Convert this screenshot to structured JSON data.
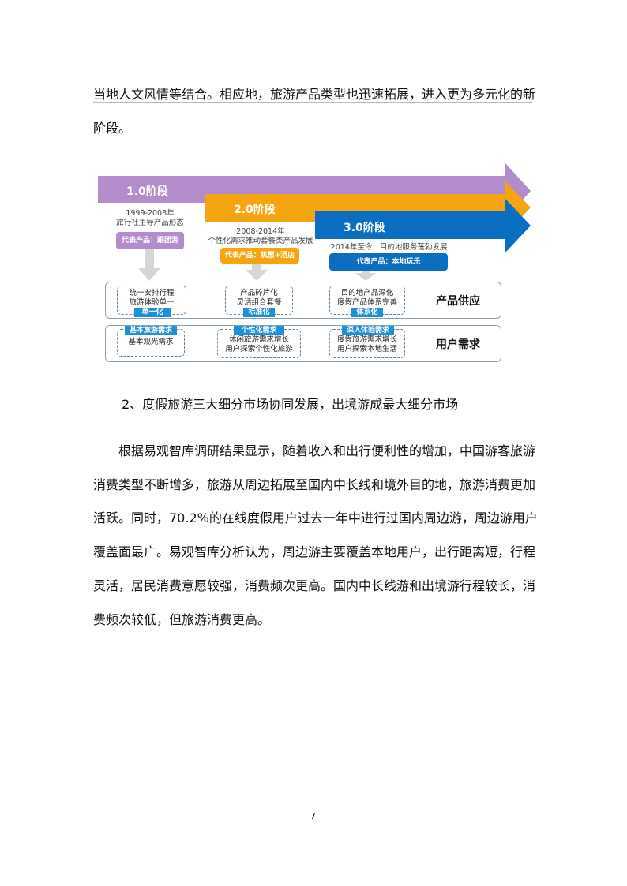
{
  "intro_lines": [
    "当地人文风情等结合。相应地，旅游产品类型也迅速拓展，进入更为多元化的新",
    "阶段。"
  ],
  "diagram": {
    "stages": [
      {
        "title": "1.0阶段",
        "period": [
          "1999-2008年",
          "旅行社主导产品形态"
        ],
        "product": "代表产品：跟团游",
        "color": "#b28ccb"
      },
      {
        "title": "2.0阶段",
        "period": [
          "2008-2014年",
          "个性化需求推动套餐类产品发展"
        ],
        "product": "代表产品：机票+酒店",
        "color": "#f5a511"
      },
      {
        "title": "3.0阶段",
        "period": [
          "2014年至今　目的地服务蓬勃发展"
        ],
        "product": "代表产品：本地玩乐",
        "color": "#0a6fc0"
      }
    ],
    "supply": {
      "label": "产品供应",
      "items": [
        {
          "text": [
            "统一安排行程",
            "旅游体验单一"
          ],
          "tag": "单一化"
        },
        {
          "text": [
            "产品碎片化",
            "灵活组合套餐"
          ],
          "tag": "标准化"
        },
        {
          "text": [
            "目的地产品深化",
            "度假产品体系完善"
          ],
          "tag": "体系化"
        }
      ]
    },
    "demand": {
      "label": "用户需求",
      "items": [
        {
          "text": [
            "基本观光需求"
          ],
          "tag": "基本旅游需求"
        },
        {
          "text": [
            "休闲旅游需求增长",
            "用户探索个性化旅游"
          ],
          "tag": "个性化需求"
        },
        {
          "text": [
            "度假旅游需求增长",
            "用户探索本地生活"
          ],
          "tag": "深入体验需求"
        }
      ]
    }
  },
  "heading": "2、度假旅游三大细分市场协同发展，出境游成最大细分市场",
  "body_lines": [
    "　　根据易观智库调研结果显示，随着收入和出行便利性的增加，中国游客旅游",
    "消费类型不断增多，旅游从周边拓展至国内中长线和境外目的地，旅游消费更加",
    "活跃。同时，70.2%的在线度假用户过去一年中进行过国内周边游，周边游用户",
    "覆盖面最广。易观智库分析认为，周边游主要覆盖本地用户，出行距离短，行程",
    "灵活，居民消费意愿较强，消费频次更高。国内中长线游和出境游行程较长，消",
    "费频次较低，但旅游消费更高。"
  ],
  "page_number": "7"
}
